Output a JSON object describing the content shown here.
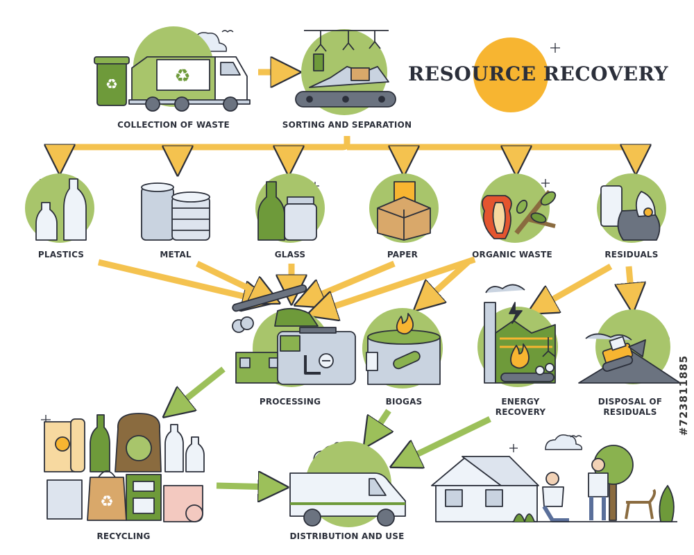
{
  "title": "RESOURCE RECOVERY",
  "stock_id": "#723811885",
  "colors": {
    "green": "#a8c56b",
    "dark_green": "#6e9a3a",
    "arrow_yellow": "#f4c24f",
    "arrow_green": "#9cc05a",
    "sun": "#f7b531",
    "outline": "#2b2f3a",
    "steel": "#c9d3e0"
  },
  "labels": {
    "collection": "COLLECTION OF WASTE",
    "sorting": "SORTING AND SEPARATION",
    "plastics": "PLASTICS",
    "metal": "METAL",
    "glass": "GLASS",
    "paper": "PAPER",
    "organic": "ORGANIC WASTE",
    "residuals": "RESIDUALS",
    "processing": "PROCESSING",
    "biogas": "BIOGAS",
    "energy_1": "ENERGY",
    "energy_2": "RECOVERY",
    "disposal_1": "DISPOSAL OF",
    "disposal_2": "RESIDUALS",
    "recycling": "RECYCLING",
    "distribution": "DISTRIBUTION AND USE"
  }
}
